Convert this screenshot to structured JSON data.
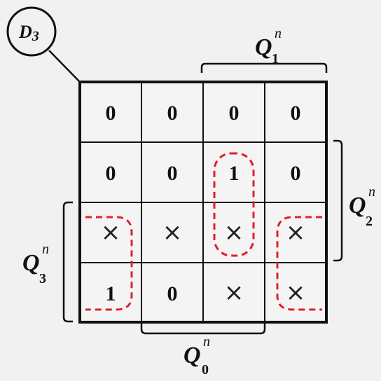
{
  "map": {
    "title_main": "D",
    "title_sub": "3",
    "grid": [
      [
        "0",
        "0",
        "0",
        "0"
      ],
      [
        "0",
        "0",
        "1",
        "0"
      ],
      [
        "×",
        "×",
        "×",
        "×"
      ],
      [
        "1",
        "0",
        "×",
        "×"
      ]
    ]
  },
  "labels": {
    "q1": {
      "main": "Q",
      "sup": "n",
      "sub": "1"
    },
    "q2": {
      "main": "Q",
      "sup": "n",
      "sub": "2"
    },
    "q3": {
      "main": "Q",
      "sup": "n",
      "sub": "3"
    },
    "q0": {
      "main": "Q",
      "sup": "n",
      "sub": "0"
    }
  },
  "colors": {
    "grid_line": "#111111",
    "group_outline": "#e0202a",
    "background": "#f1f1f1"
  }
}
